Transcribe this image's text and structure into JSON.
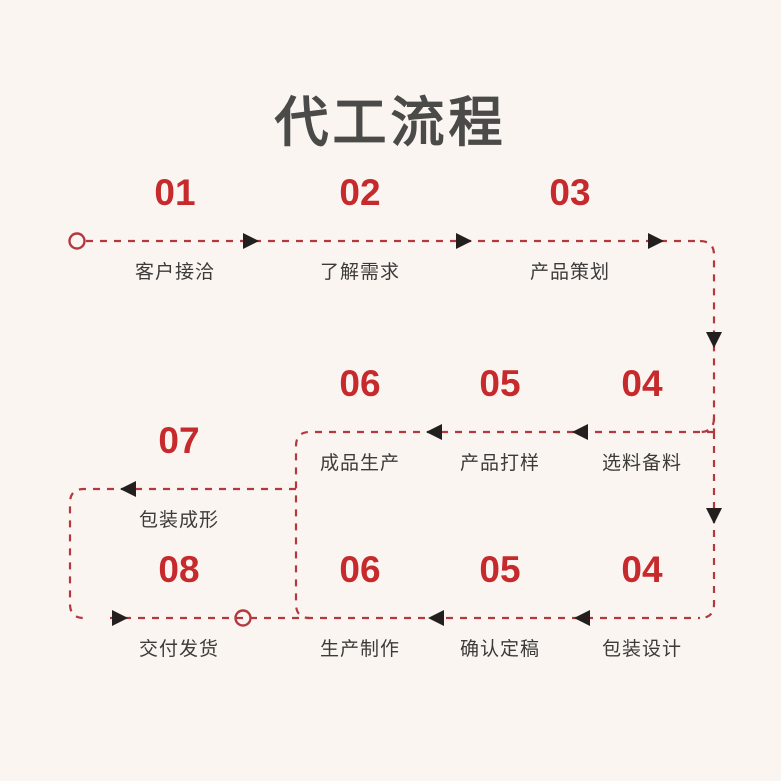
{
  "page": {
    "title": "代工流程",
    "background_color": "#fbf5f1",
    "accent_color": "#c62a2d",
    "line_color": "#b3393f",
    "arrow_color": "#231f1e",
    "text_color": "#3c3b39",
    "title_color": "#4a4a48"
  },
  "diagram": {
    "type": "process-flowchart",
    "direction": "serpentine",
    "start_marker": "hollow-circle",
    "end_marker": "hollow-circle",
    "line_style": "dashed",
    "rows": [
      {
        "name": "row-1",
        "flow": "left-to-right",
        "steps": [
          {
            "number": "01",
            "label": "客户接洽"
          },
          {
            "number": "02",
            "label": "了解需求"
          },
          {
            "number": "03",
            "label": "产品策划"
          }
        ]
      },
      {
        "name": "row-2",
        "flow": "right-to-left",
        "steps": [
          {
            "number": "06",
            "label": "成品生产"
          },
          {
            "number": "05",
            "label": "产品打样"
          },
          {
            "number": "04",
            "label": "选料备料"
          }
        ]
      },
      {
        "name": "row-3",
        "flow": "right-to-left",
        "steps": [
          {
            "number": "07",
            "label": "包装成形"
          }
        ]
      },
      {
        "name": "row-4",
        "flow": "right-to-left",
        "steps": [
          {
            "number": "08",
            "label": "交付发货"
          },
          {
            "number": "06",
            "label": "生产制作"
          },
          {
            "number": "05",
            "label": "确认定稿"
          },
          {
            "number": "04",
            "label": "包装设计"
          }
        ]
      }
    ]
  }
}
